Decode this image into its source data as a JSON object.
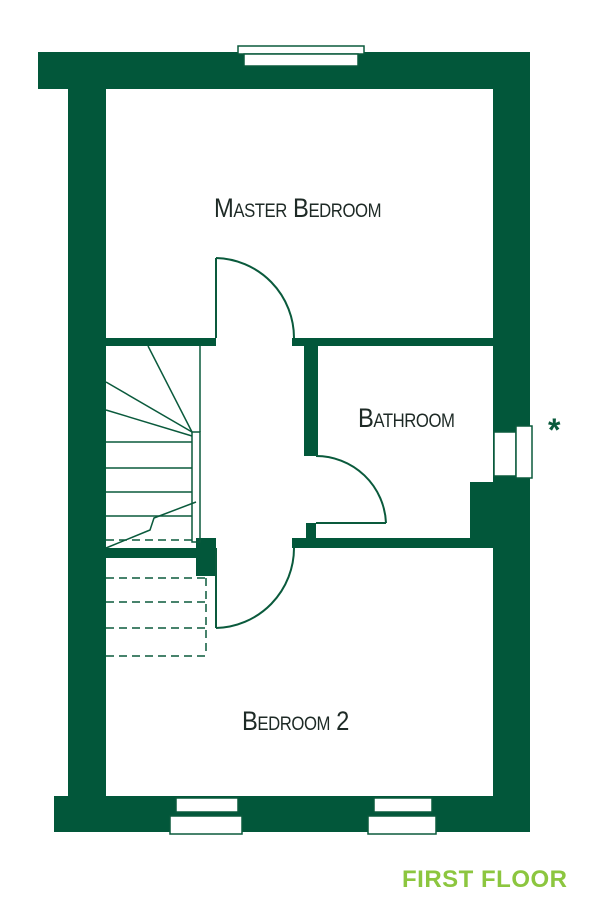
{
  "colors": {
    "wall": "#02573a",
    "line": "#0a5a3c",
    "text": "#1e2a26",
    "floor_label": "#8cc63f"
  },
  "rooms": {
    "master_bedroom": "Master Bedroom",
    "bathroom": "Bathroom",
    "bedroom_2": "Bedroom 2"
  },
  "floor_label": "FIRST FLOOR",
  "annotation": "*"
}
